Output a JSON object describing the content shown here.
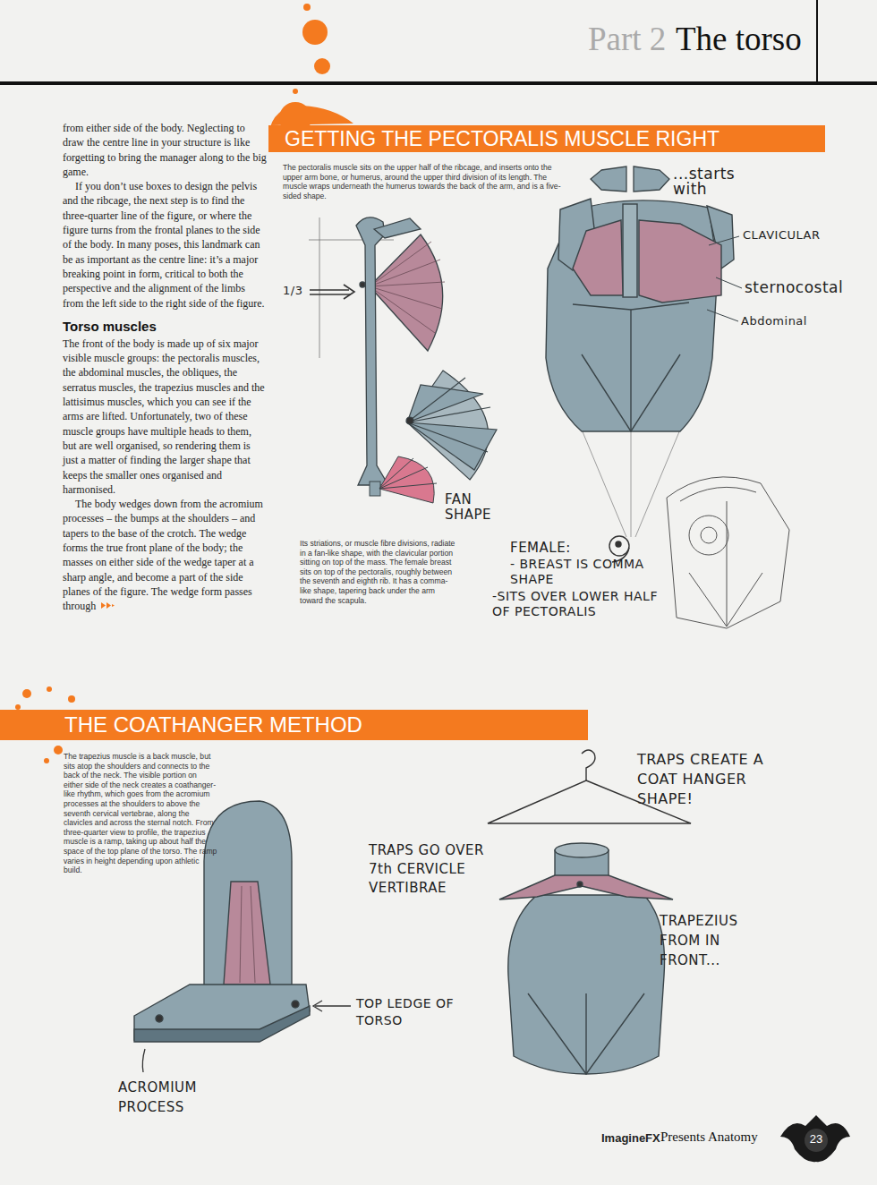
{
  "diagram": {
    "title": "The torso",
    "nodes": [
      {
        "text": [
          "GETTING THE PECTORALIS MUSCLE RIGHT"
        ]
      },
      {
        "text": [
          "THE COATHANGER METHOD"
        ]
      }
    ],
    "labels": [
      "Part 2",
      "from either side of the body. Neglecting to draw the centre line in your structure is like forgetting to bring the manager along to the big game.",
      "If you don’t use boxes to design the pelvis and the ribcage, the next step is to find the three-quarter line of the figure, or where the figure turns from the frontal planes to the side of the body. In many poses, this landmark can be as important as the centre line: it’s a major breaking point in form, critical to both the perspective and the alignment of the limbs from the left side to the right side of the figure.",
      "Torso muscles",
      "The front of the body is made up of six major visible muscle groups: the pectoralis muscles, the abdominal muscles, the obliques, the serratus muscles, the trapezius muscles and the lattisimus muscles, which you can see if the arms are lifted. Unfortunately, two of these muscle groups have multiple heads to them, but are well organised, so rendering them is just a matter of finding the larger shape that keeps the smaller ones organised and harmonised.",
      "The body wedges down from the acromium processes – the bumps at the shoulders – and tapers to the base of the crotch. The wedge forms the true front plane of the body; the masses on either side of the wedge taper at a sharp angle, and become a part of the side planes of the figure. The wedge form passes through",
      "The pectoralis muscle sits on the upper half of the ribcage, and inserts onto the upper arm bone, or humerus, around the upper third division of its length. The muscle wraps underneath the humerus towards the back of the arm, and is a five-sided shape.",
      "...starts with",
      "CLAVICULAR",
      "sternocostal",
      "Abdominal",
      "1/3",
      "FAN SHAPE",
      "Its striations, or muscle fibre divisions, radiate in a fan-like shape, with the clavicular portion sitting on top of the mass. The female breast sits on top of the pectoralis, roughly between the seventh and eighth rib. It has a comma-like shape, tapering back under the arm toward the scapula.",
      "FEMALE:",
      "- BREAST IS COMMA SHAPE",
      "-SITS OVER LOWER HALF OF PECTORALIS",
      "The trapezius muscle is a back muscle, but sits atop the shoulders and connects to the back of the neck. The visible portion on either side of the neck creates a coathanger-like rhythm, which goes from the acromium processes at the shoulders to above the seventh cervical vertebrae, along the clavicles and across the sternal notch. From three-quarter view to profile, the trapezius muscle is a ramp, taking up about half the space of the top plane of the torso. The ramp varies in height depending upon athletic build.",
      "TRAPS CREATE A COAT HANGER SHAPE!",
      "TRAPS GO OVER 7th CERVICLE VERTIBRAE",
      "TRAPEZIUS FROM IN FRONT...",
      "TOP LEDGE OF TORSO",
      "ACROMIUM PROCESS",
      "ImagineFX",
      "Presents Anatomy",
      "23"
    ]
  }
}
